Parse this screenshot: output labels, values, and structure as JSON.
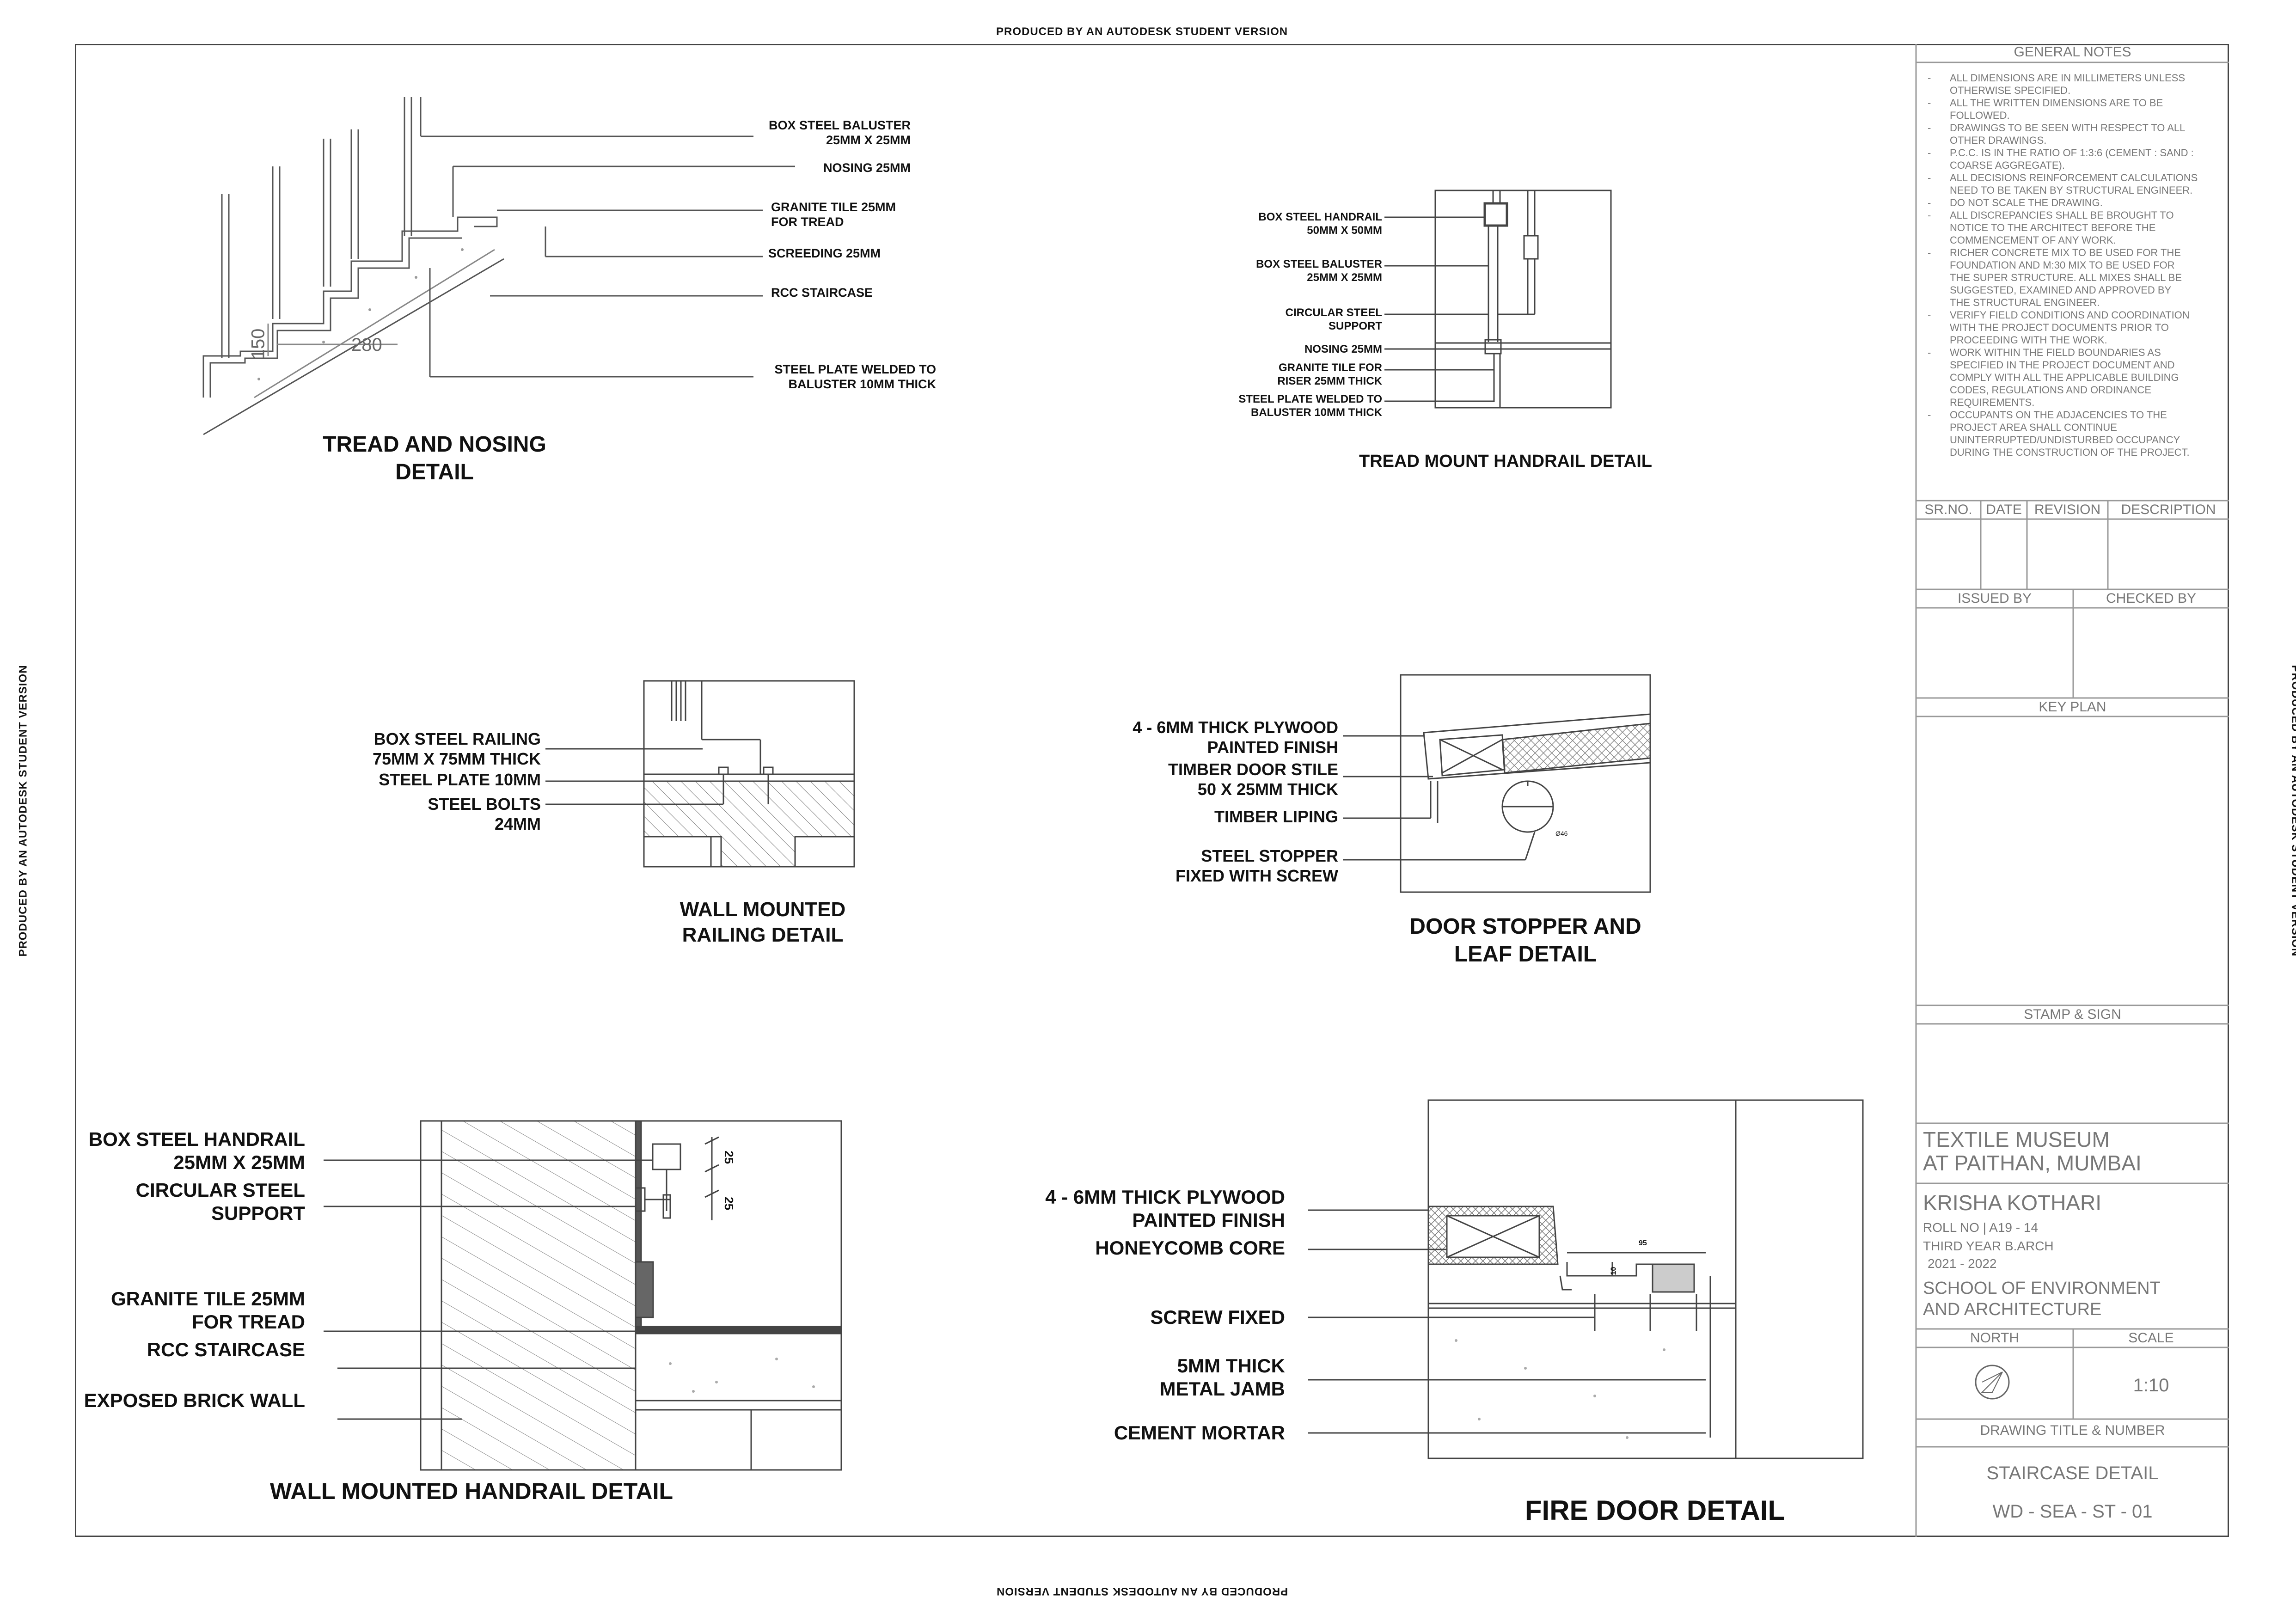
{
  "watermark": "PRODUCED BY AN AUTODESK STUDENT VERSION",
  "details": {
    "tread_nosing": {
      "title": [
        "TREAD AND NOSING",
        "DETAIL"
      ],
      "labels": [
        [
          "BOX STEEL BALUSTER",
          "25MM X 25MM"
        ],
        [
          "NOSING 25MM"
        ],
        [
          "GRANITE TILE 25MM",
          "FOR TREAD"
        ],
        [
          "SCREEDING 25MM"
        ],
        [
          "RCC STAIRCASE"
        ],
        [
          "STEEL PLATE WELDED TO",
          "BALUSTER 10MM THICK"
        ]
      ],
      "dim_riser": "150",
      "dim_tread": "280"
    },
    "tread_mount": {
      "title": "TREAD MOUNT HANDRAIL DETAIL",
      "labels": [
        [
          "BOX STEEL HANDRAIL",
          "50MM X 50MM"
        ],
        [
          "BOX STEEL BALUSTER",
          "25MM X 25MM"
        ],
        [
          "CIRCULAR STEEL",
          "SUPPORT"
        ],
        [
          "NOSING 25MM"
        ],
        [
          "GRANITE TILE FOR",
          "RISER 25MM THICK"
        ],
        [
          "STEEL PLATE WELDED TO",
          "BALUSTER 10MM THICK"
        ]
      ]
    },
    "wall_railing": {
      "title": [
        "WALL MOUNTED",
        "RAILING DETAIL"
      ],
      "labels": [
        [
          "BOX STEEL RAILING",
          "75MM X 75MM THICK"
        ],
        [
          "STEEL PLATE 10MM"
        ],
        [
          "STEEL BOLTS",
          "24MM"
        ]
      ]
    },
    "door_stopper": {
      "title": [
        "DOOR STOPPER AND",
        "LEAF DETAIL"
      ],
      "labels": [
        [
          "4 - 6MM THICK PLYWOOD",
          "PAINTED FINISH"
        ],
        [
          "TIMBER DOOR STILE",
          "50 X 25MM THICK"
        ],
        [
          "TIMBER LIPING"
        ],
        [
          "STEEL STOPPER",
          "FIXED WITH SCREW"
        ]
      ],
      "dia": "Ø46"
    },
    "wall_handrail": {
      "title": "WALL MOUNTED HANDRAIL DETAIL",
      "labels": [
        [
          "BOX STEEL HANDRAIL",
          "25MM X 25MM"
        ],
        [
          "CIRCULAR STEEL",
          "SUPPORT"
        ],
        [
          "GRANITE TILE 25MM",
          "FOR TREAD"
        ],
        [
          "RCC STAIRCASE"
        ],
        [
          "EXPOSED BRICK WALL"
        ]
      ],
      "dims": [
        "25",
        "25"
      ]
    },
    "fire_door": {
      "title": "FIRE DOOR DETAIL",
      "labels": [
        [
          "4 - 6MM THICK PLYWOOD",
          "PAINTED FINISH"
        ],
        [
          "HONEYCOMB CORE"
        ],
        [
          "SCREW FIXED"
        ],
        [
          "5MM THICK",
          "METAL JAMB"
        ],
        [
          "CEMENT MORTAR"
        ]
      ],
      "dims": [
        "95",
        "10"
      ]
    }
  },
  "title_block": {
    "general_notes_heading": "GENERAL NOTES",
    "notes": [
      [
        "ALL DIMENSIONS ARE IN MILLIMETERS UNLESS",
        "OTHERWISE SPECIFIED."
      ],
      [
        "ALL THE WRITTEN DIMENSIONS ARE TO BE",
        "FOLLOWED."
      ],
      [
        "DRAWINGS TO BE SEEN WITH RESPECT TO ALL",
        "OTHER DRAWINGS."
      ],
      [
        "P.C.C. IS IN THE RATIO OF 1:3:6 (CEMENT : SAND :",
        "COARSE AGGREGATE)."
      ],
      [
        "ALL DECISIONS REINFORCEMENT CALCULATIONS",
        "NEED TO BE TAKEN BY STRUCTURAL ENGINEER."
      ],
      [
        "DO NOT SCALE THE DRAWING."
      ],
      [
        "ALL DISCREPANCIES SHALL BE BROUGHT TO",
        "NOTICE TO THE ARCHITECT BEFORE THE",
        "COMMENCEMENT OF ANY WORK."
      ],
      [
        "RICHER CONCRETE MIX TO BE USED FOR THE",
        "FOUNDATION AND M:30 MIX TO BE USED FOR",
        "THE SUPER STRUCTURE. ALL MIXES SHALL BE",
        "SUGGESTED, EXAMINED AND APPROVED BY",
        "THE STRUCTURAL ENGINEER."
      ],
      [
        "VERIFY FIELD CONDITIONS AND COORDINATION",
        "WITH THE PROJECT DOCUMENTS PRIOR TO",
        "PROCEEDING WITH THE WORK."
      ],
      [
        "WORK WITHIN THE FIELD BOUNDARIES AS",
        "SPECIFIED IN THE PROJECT DOCUMENT  AND",
        "COMPLY WITH ALL THE APPLICABLE BUILDING",
        "CODES, REGULATIONS AND ORDINANCE",
        "REQUIREMENTS."
      ],
      [
        "OCCUPANTS ON THE ADJACENCIES TO THE",
        "PROJECT AREA SHALL CONTINUE",
        "UNINTERRUPTED/UNDISTURBED OCCUPANCY",
        "DURING THE CONSTRUCTION OF THE PROJECT."
      ]
    ],
    "revision_headers": [
      "SR.NO.",
      "DATE",
      "REVISION",
      "DESCRIPTION"
    ],
    "issued_by": "ISSUED BY",
    "checked_by": "CHECKED BY",
    "key_plan": "KEY PLAN",
    "stamp_sign": "STAMP & SIGN",
    "project": [
      "TEXTILE MUSEUM",
      "AT PAITHAN, MUMBAI"
    ],
    "student_name": "KRISHA KOTHARI",
    "roll_no": "ROLL NO | A19 - 14",
    "year": "THIRD YEAR B.ARCH",
    "session": "2021 - 2022",
    "school": [
      "SCHOOL OF ENVIRONMENT",
      "AND ARCHITECTURE"
    ],
    "north": "NORTH",
    "scale_label": "SCALE",
    "scale_value": "1:10",
    "drawing_title_heading": "DRAWING TITLE & NUMBER",
    "drawing_title": "STAIRCASE DETAIL",
    "drawing_number": "WD - SEA - ST - 01"
  }
}
